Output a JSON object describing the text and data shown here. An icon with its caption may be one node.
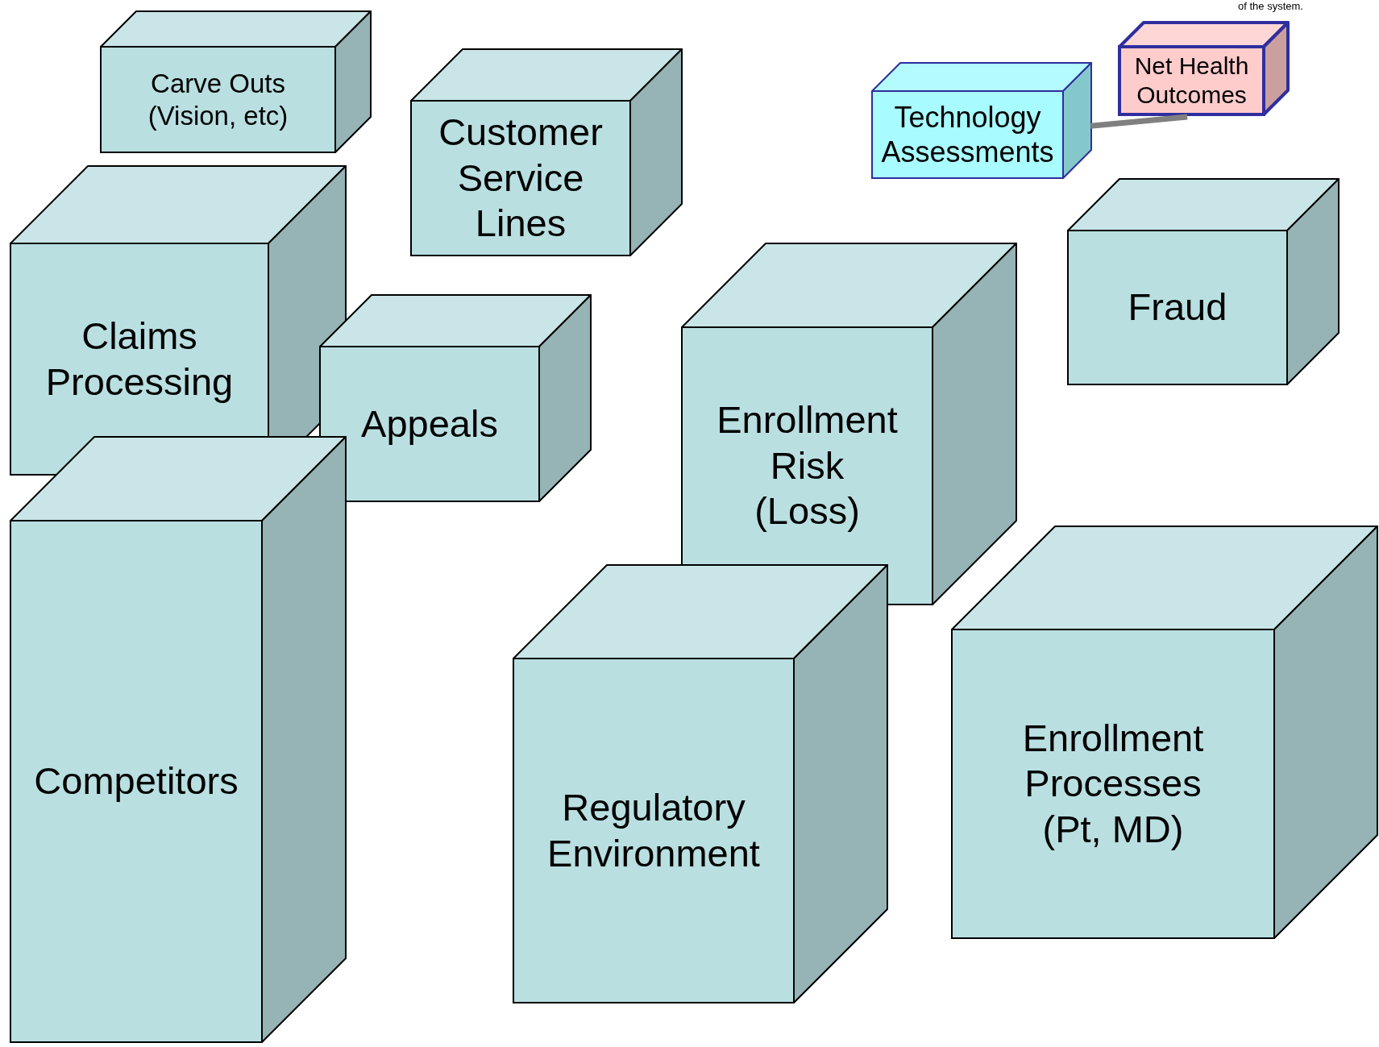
{
  "diagram": {
    "nodes": [
      {
        "text": [
          "Carve Outs (Vision, etc)"
        ]
      },
      {
        "text": [
          "Customer Service Lines"
        ]
      },
      {
        "text": [
          "Technology Assessments"
        ]
      },
      {
        "text": [
          "Net Health Outcomes"
        ]
      },
      {
        "text": [
          "Claims Processing"
        ]
      },
      {
        "text": [
          "Appeals"
        ]
      },
      {
        "text": [
          "Fraud"
        ]
      },
      {
        "text": [
          "Enrollment Risk (Loss)"
        ]
      },
      {
        "text": [
          "Competitors"
        ]
      },
      {
        "text": [
          "Regulatory Environment"
        ]
      },
      {
        "text": [
          "Enrollment Processes (Pt, MD)"
        ]
      }
    ],
    "edges": [
      {
        "from": 2,
        "to": 3,
        "arrow": "none"
      }
    ],
    "labels": [
      "of the system."
    ]
  }
}
